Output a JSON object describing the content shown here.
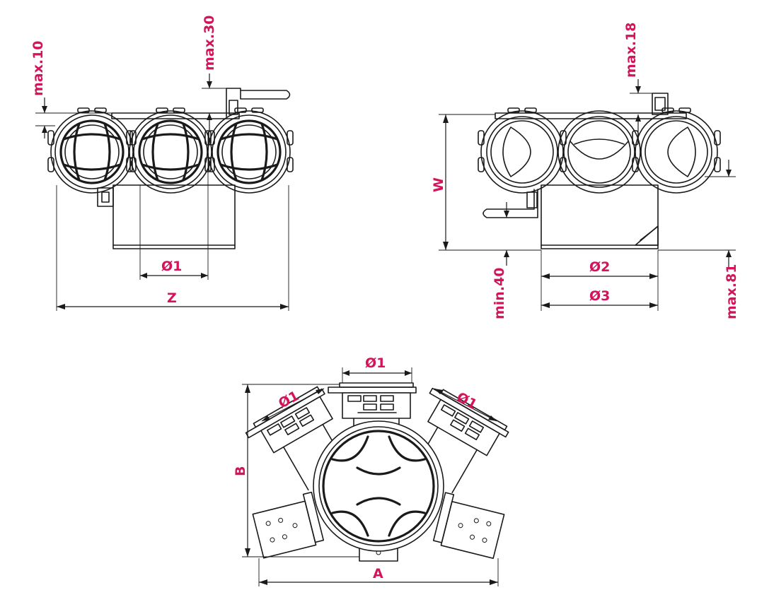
{
  "colors": {
    "dimension_text": "#d4145a",
    "line": "#1a1a1a",
    "background": "#ffffff"
  },
  "labels": {
    "front_max10": "max.10",
    "front_max30": "max.30",
    "front_d1": "Ø1",
    "front_z": "Z",
    "side_max18": "max.18",
    "side_w": "W",
    "side_min40": "min.40",
    "side_d2": "Ø2",
    "side_d3": "Ø3",
    "side_max81": "max.81",
    "top_d1_center": "Ø1",
    "top_d1_left": "Ø1",
    "top_d1_right": "Ø1",
    "top_b": "B",
    "top_a": "A"
  }
}
